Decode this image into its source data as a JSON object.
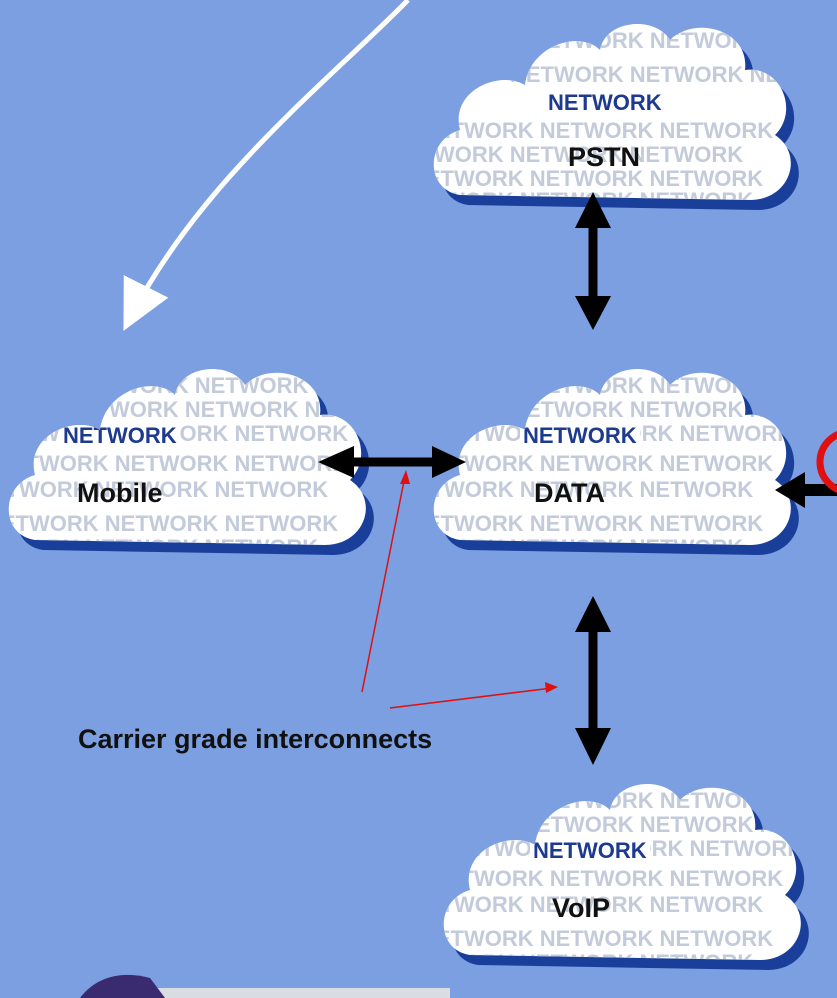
{
  "watermark": {
    "primary": "NETWORK",
    "lines": [
      "NETWORK NETWORK NETWORK",
      "NETWORK NETWORK NETWORK",
      "NETWORK NETWORK NETWORK",
      "NETWORK NETWORK NETWORK",
      "NETWORK NETWORK NETWORK",
      "NETWORK NETWORK NETWORK"
    ]
  },
  "clouds": {
    "pstn": {
      "label": "PSTN"
    },
    "mobile": {
      "label": "Mobile"
    },
    "data": {
      "label": "DATA"
    },
    "voip": {
      "label": "VoIP"
    }
  },
  "annotation": {
    "label": "Carrier grade interconnects"
  },
  "colors": {
    "background": "#7b9fe0",
    "cloud_shadow": "#1a3f9a",
    "arrow": "#000000",
    "pointer": "#dd1111",
    "curved_arrow": "#ffffff",
    "cutoff_circle": "#e01010"
  }
}
